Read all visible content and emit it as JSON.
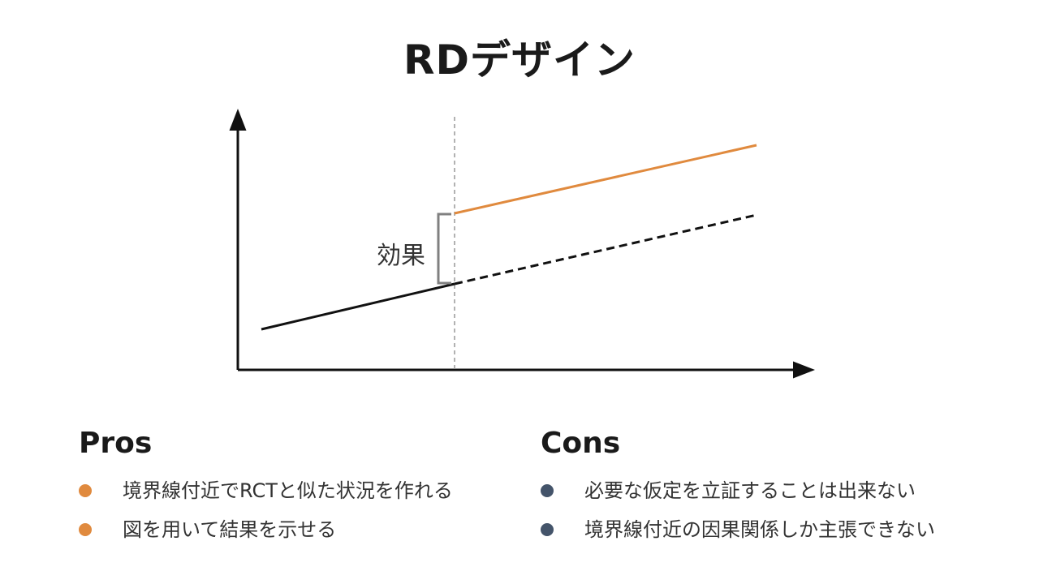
{
  "slide": {
    "title": "RDデザイン"
  },
  "diagram": {
    "effect_label": "効果",
    "colors": {
      "treated_line": "#E08A3E",
      "control_line": "#111111",
      "axis": "#111111",
      "threshold": "#999999",
      "bracket": "#808080"
    },
    "treated_line_style": "solid",
    "counterfactual_line_style": "dashed",
    "threshold_line_style": "dashed"
  },
  "pros": {
    "title": "Pros",
    "dot_color": "#E08A3E",
    "items": [
      "境界線付近でRCTと似た状況を作れる",
      "図を用いて結果を示せる"
    ]
  },
  "cons": {
    "title": "Cons",
    "dot_color": "#44546A",
    "items": [
      "必要な仮定を立証することは出来ない",
      "境界線付近の因果関係しか主張できない"
    ]
  }
}
